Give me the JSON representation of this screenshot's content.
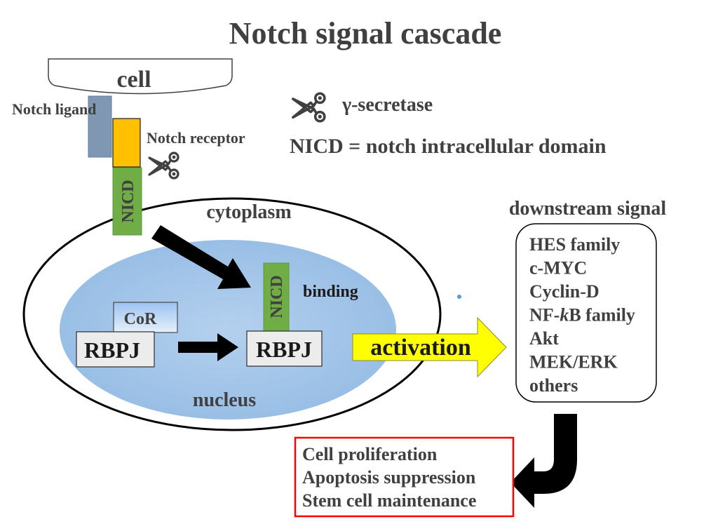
{
  "title": "Notch signal cascade",
  "labels": {
    "cell": "cell",
    "notch_ligand": "Notch ligand",
    "notch_receptor": "Notch receptor",
    "nicd": "NICD",
    "cytoplasm": "cytoplasm",
    "nucleus": "nucleus",
    "binding": "binding",
    "cor": "CoR",
    "rbpj": "RBPJ",
    "activation": "activation",
    "downstream_signal": "downstream signal"
  },
  "legend": {
    "scissors_icon": "scissors-icon",
    "gamma_secretase": "γ-secretase",
    "nicd_definition": "NICD = notch intracellular domain"
  },
  "downstream_items": [
    {
      "pre": "HES family",
      "ital": "",
      "post": ""
    },
    {
      "pre": "c-MYC",
      "ital": "",
      "post": ""
    },
    {
      "pre": "Cyclin-D",
      "ital": "",
      "post": ""
    },
    {
      "pre": "NF-",
      "ital": "k",
      "post": "B family"
    },
    {
      "pre": "Akt",
      "ital": "",
      "post": ""
    },
    {
      "pre": "MEK/ERK",
      "ital": "",
      "post": ""
    },
    {
      "pre": "others",
      "ital": "",
      "post": ""
    }
  ],
  "outcomes": [
    "Cell proliferation",
    "Apoptosis suppression",
    "Stem cell maintenance"
  ],
  "colors": {
    "text": "#404040",
    "ligand": "#7f97b3",
    "receptor": "#ffc000",
    "nicd": "#70ad47",
    "nucleus": "#9dc3e6",
    "activation_arrow": "#ffff00",
    "outcome_border": "#ff0000",
    "rbpj_fill": "#ececec"
  }
}
